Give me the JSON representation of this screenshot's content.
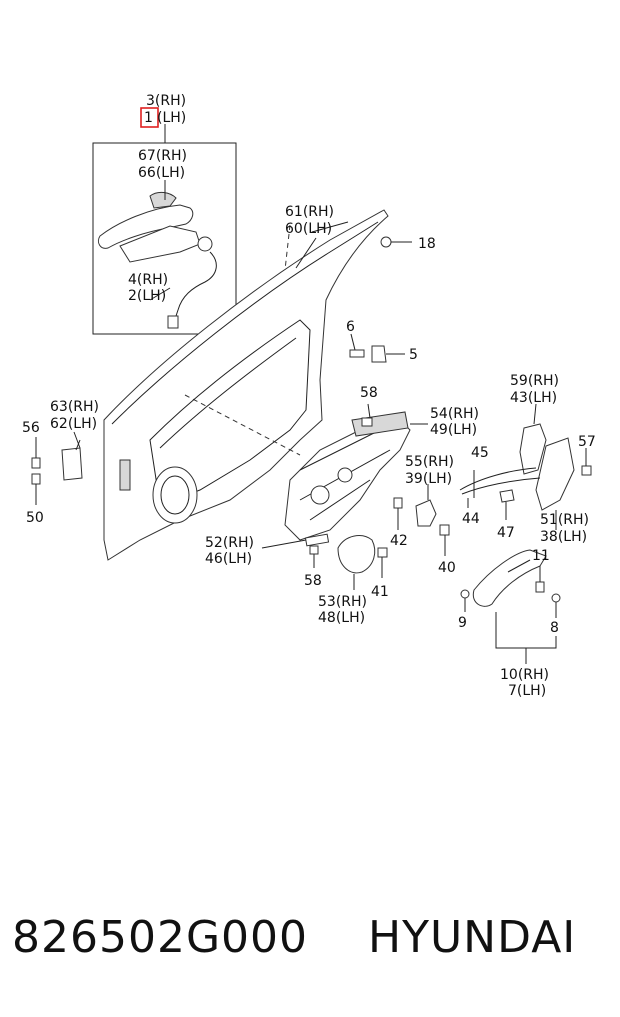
{
  "diagram": {
    "labels": {
      "l3": "3(RH)",
      "l1": "1",
      "l1b": "(LH)",
      "l67": "67(RH)",
      "l66": "66(LH)",
      "l4": "4(RH)",
      "l2": "2(LH)",
      "l61": "61(RH)",
      "l60": "60(LH)",
      "l18": "18",
      "l6": "6",
      "l5": "5",
      "l58a": "58",
      "l54": "54(RH)",
      "l49": "49(LH)",
      "l59": "59(RH)",
      "l43": "43(LH)",
      "l63": "63(RH)",
      "l62": "62(LH)",
      "l56": "56",
      "l50": "50",
      "l55": "55(RH)",
      "l39": "39(LH)",
      "l45": "45",
      "l44": "44",
      "l47": "47",
      "l57": "57",
      "l51": "51(RH)",
      "l38": "38(LH)",
      "l52": "52(RH)",
      "l46": "46(LH)",
      "l42": "42",
      "l40": "40",
      "l58b": "58",
      "l41": "41",
      "l53": "53(RH)",
      "l48": "48(LH)",
      "l11": "11",
      "l9": "9",
      "l8": "8",
      "l10": "10(RH)",
      "l7": "7(LH)"
    },
    "highlight_color": "#e02020"
  },
  "footer": {
    "part_number": "826502G000",
    "brand": "HYUNDAI"
  }
}
